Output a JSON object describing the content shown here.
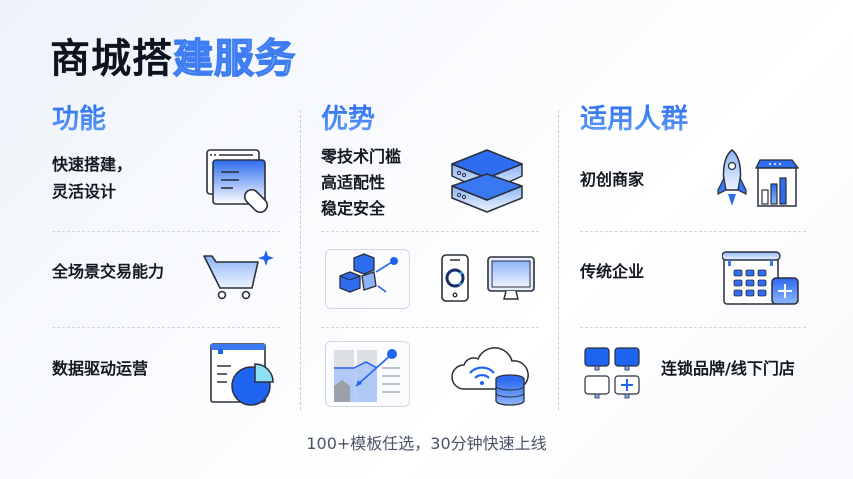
{
  "title": {
    "dark": "商城搭",
    "outline": "建服务"
  },
  "columns": [
    {
      "heading": "功能",
      "items": [
        {
          "text_lines": [
            "快速搭建，",
            "灵活设计"
          ],
          "icon": "browser-window-click-icon"
        },
        {
          "text_lines": [
            "全场景交易能力"
          ],
          "icon": "shopping-cart-sparkle-icon"
        },
        {
          "text_lines": [
            "数据驱动运营"
          ],
          "icon": "dashboard-pie-chart-icon"
        }
      ]
    },
    {
      "heading": "优势",
      "items": [
        {
          "text_lines": [
            "零技术门槛",
            "高适配性",
            "稳定安全"
          ],
          "icon": "server-stack-icon"
        },
        {
          "icons": [
            "cubes-network-icon",
            "mobile-phone-icon",
            "desktop-monitor-icon"
          ]
        },
        {
          "icons": [
            "analytics-report-icon",
            "cloud-database-wifi-icon"
          ]
        }
      ]
    },
    {
      "heading": "适用人群",
      "items": [
        {
          "text_lines": [
            "初创商家"
          ],
          "icon": "rocket-store-icon"
        },
        {
          "text_lines": [
            "传统企业"
          ],
          "icon": "calendar-add-icon"
        },
        {
          "text_lines": [
            "连锁品牌/线下门店"
          ],
          "icon": "store-network-add-icon"
        }
      ]
    }
  ],
  "footer": "100+模板任选，30分钟快速上线",
  "colors": {
    "accent": "#2a6ff0",
    "accent_light": "#6aa2f7",
    "text_dark": "#141821",
    "footer_text": "#4a5466",
    "divider": "#d3d7de"
  }
}
